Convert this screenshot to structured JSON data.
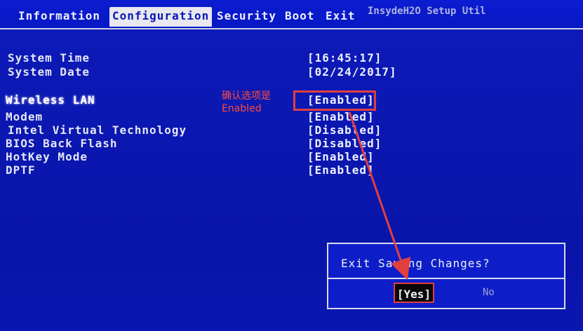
{
  "menu": {
    "tabs": [
      "Information",
      "Configuration",
      "Security",
      "Boot",
      "Exit"
    ],
    "active": "Configuration",
    "brand": "InsydeH2O Setup Util"
  },
  "settings": [
    {
      "label": "System Time",
      "value": "[16:45:17]"
    },
    {
      "label": "System Date",
      "value": "[02/24/2017]"
    },
    {
      "label": "Wireless LAN",
      "value": "[Enabled]"
    },
    {
      "label": "Modem",
      "value": "[Enabled]"
    },
    {
      "label": "Intel Virtual Technology",
      "value": "[Disabled]"
    },
    {
      "label": "BIOS Back Flash",
      "value": "[Disabled]"
    },
    {
      "label": "HotKey Mode",
      "value": "[Enabled]"
    },
    {
      "label": "DPTF",
      "value": "[Enabled]"
    }
  ],
  "annotation": {
    "text_line1": "确认选项是",
    "text_line2": "Enabled",
    "color": "#e04040"
  },
  "dialog": {
    "title": "Exit Saving Changes?",
    "yes_label": "[Yes]",
    "no_label": "No"
  },
  "colors": {
    "background": "#0a16b8",
    "text": "#e4e7f5",
    "active_tab_bg": "#e8e8ee"
  }
}
